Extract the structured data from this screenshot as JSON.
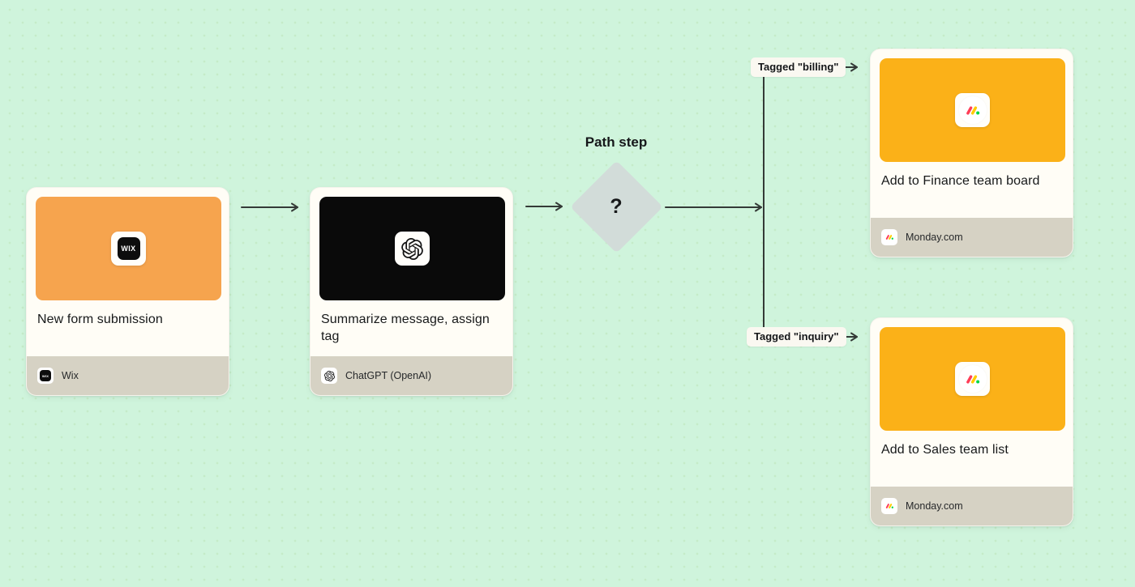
{
  "canvas": {
    "background": "#CFF4DC",
    "connector_color": "#343A37"
  },
  "nodes": [
    {
      "title": "New form submission",
      "app": "Wix",
      "image_bg": "#F6A44E"
    },
    {
      "title": "Summarize message, assign tag",
      "app": "ChatGPT (OpenAI)",
      "image_bg": "#0A0A0A"
    },
    {
      "title": "Add to Finance team board",
      "app": "Monday.com",
      "image_bg": "#FBB118"
    },
    {
      "title": "Add to Sales team list",
      "app": "Monday.com",
      "image_bg": "#FBB118"
    }
  ],
  "path_step": {
    "label": "Path step",
    "symbol": "?",
    "diamond_color": "#D2DCD9"
  },
  "branches": [
    {
      "label": "Tagged \"billing\""
    },
    {
      "label": "Tagged \"inquiry\""
    }
  ],
  "logos": {
    "wix_text": "WIX",
    "monday_red": "#FF3D57",
    "monday_yellow": "#FFCB00",
    "monday_green": "#00D647"
  }
}
